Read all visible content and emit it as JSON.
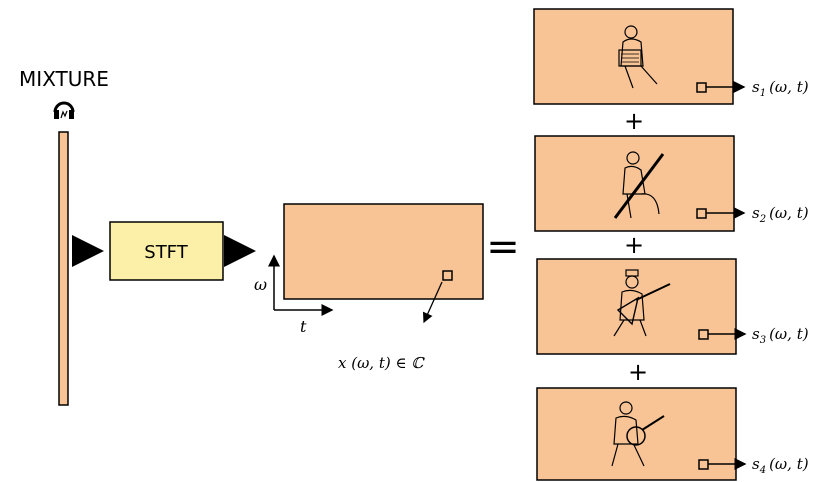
{
  "mixture": {
    "label": "MIXTURE",
    "icon": "headphones-icon"
  },
  "stft": {
    "label": "STFT"
  },
  "mixture_spectrogram": {
    "axis_omega": "ω",
    "axis_t": "t",
    "formula": "x (ω, t) ∈ ℂ"
  },
  "equals": "=",
  "plus": "+",
  "sources": [
    {
      "instrument_icon": "accordion-player-icon",
      "label_base": "s",
      "label_sub": "1",
      "label_args": "(ω, t)"
    },
    {
      "instrument_icon": "bassoon-player-icon",
      "label_base": "s",
      "label_sub": "2",
      "label_args": "(ω, t)"
    },
    {
      "instrument_icon": "balalaika-player-icon",
      "label_base": "s",
      "label_sub": "3",
      "label_args": "(ω, t)"
    },
    {
      "instrument_icon": "banjo-player-icon",
      "label_base": "s",
      "label_sub": "4",
      "label_args": "(ω, t)"
    }
  ],
  "colors": {
    "spectrogram_fill": "#f8c496",
    "stft_fill": "#fcefa8",
    "stroke": "#000000"
  }
}
